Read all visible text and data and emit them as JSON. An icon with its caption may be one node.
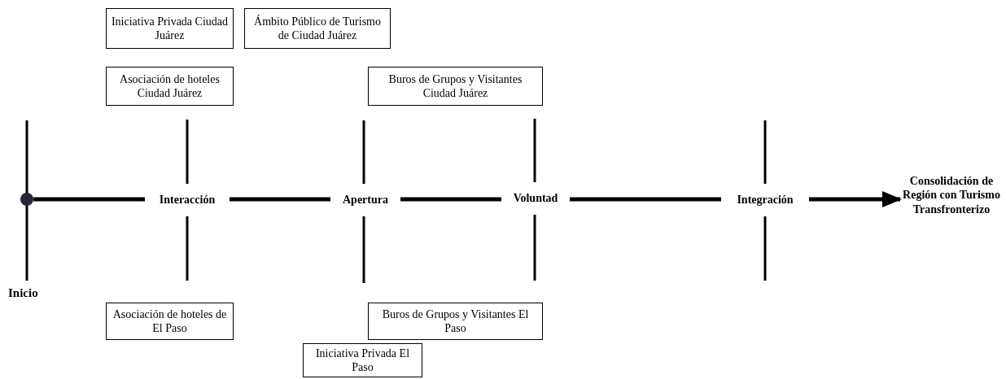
{
  "diagram": {
    "nodes": [
      {
        "text": [
          "Iniciativa Privada Ciudad Juárez"
        ]
      },
      {
        "text": [
          "Ámbito Público de Turismo de Ciudad Juárez"
        ]
      },
      {
        "text": [
          "Asociación de hoteles Ciudad Juárez"
        ]
      },
      {
        "text": [
          "Buros de Grupos y Visitantes Ciudad Juárez"
        ]
      },
      {
        "text": [],
        "shape": "circle"
      },
      {
        "text": [
          "Interacción"
        ]
      },
      {
        "text": [
          "Apertura"
        ]
      },
      {
        "text": [
          "Voluntad"
        ]
      },
      {
        "text": [
          "Integración"
        ]
      },
      {
        "text": [
          "Consolidación de Región con Turismo Transfronterizo"
        ]
      },
      {
        "text": [
          "Asociación de hoteles de El Paso"
        ]
      },
      {
        "text": [
          "Buros de Grupos y Visitantes El Paso"
        ]
      },
      {
        "text": [
          "Iniciativa Privada El Paso"
        ]
      }
    ],
    "edges": [
      {
        "from": 4,
        "to": 5,
        "arrow": "none"
      },
      {
        "from": 5,
        "to": 6,
        "arrow": "none"
      },
      {
        "from": 6,
        "to": 7,
        "arrow": "none"
      },
      {
        "from": 7,
        "to": 8,
        "arrow": "none"
      },
      {
        "from": 8,
        "to": 9,
        "arrow": "to"
      }
    ],
    "labels": [
      "Inicio"
    ]
  }
}
